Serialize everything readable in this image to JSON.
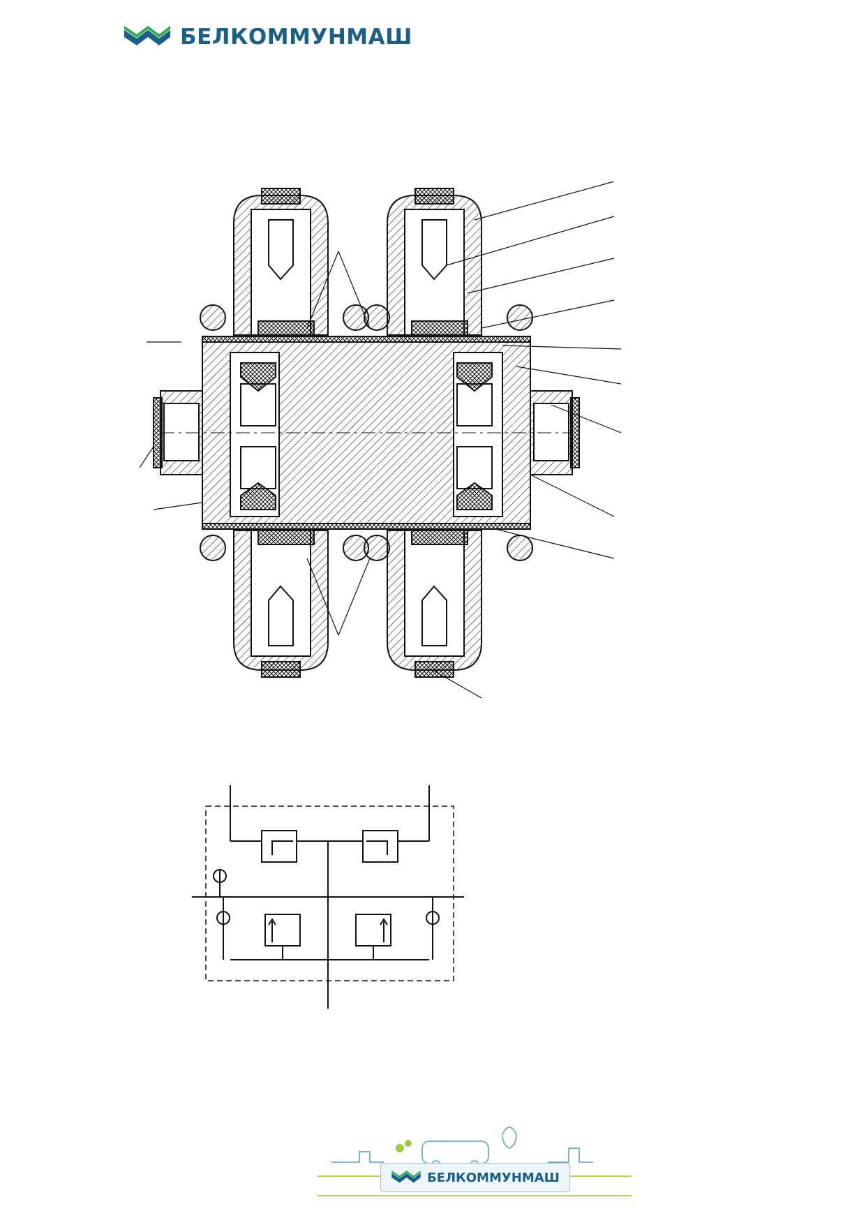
{
  "header": {
    "brand_name": "БЕЛКОММУНМАШ",
    "logo_icon": "belkommunmash-chevron-logo",
    "brand_color": "#1a5f86",
    "accent_color": "#34a853"
  },
  "figure": {
    "cross_section": "mechanical-cross-section-drawing",
    "hydraulic_scheme": "hydraulic-valve-block-schematic"
  },
  "footer": {
    "brand_name": "БЕЛКОММУНМАШ",
    "banner_icon": "city-bus-banner-illustration",
    "line_color": "#b7d54a"
  }
}
